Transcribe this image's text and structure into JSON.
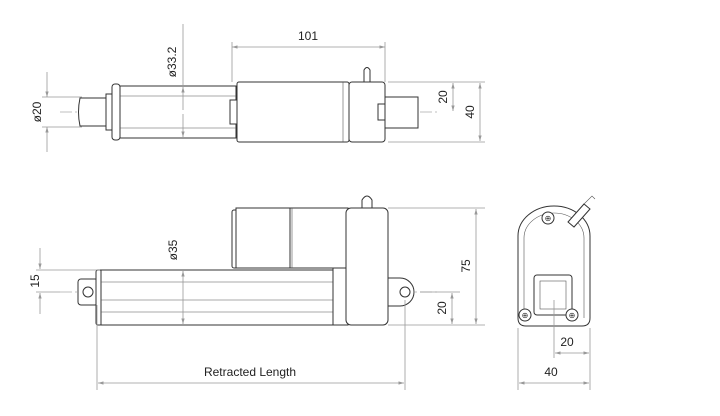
{
  "title": "Linear actuator dimension drawing",
  "top_view": {
    "length_dim": "101",
    "rod_diameter": "ø20",
    "tube_diameter": "ø33.2",
    "offset_dim": "20",
    "height_dim": "40"
  },
  "side_view": {
    "eye_offset": "15",
    "tube_diameter": "ø35",
    "height_dim": "75",
    "clevis_offset": "20",
    "retracted_length": "Retracted Length"
  },
  "end_view": {
    "offset_dim": "20",
    "width_dim": "40"
  }
}
